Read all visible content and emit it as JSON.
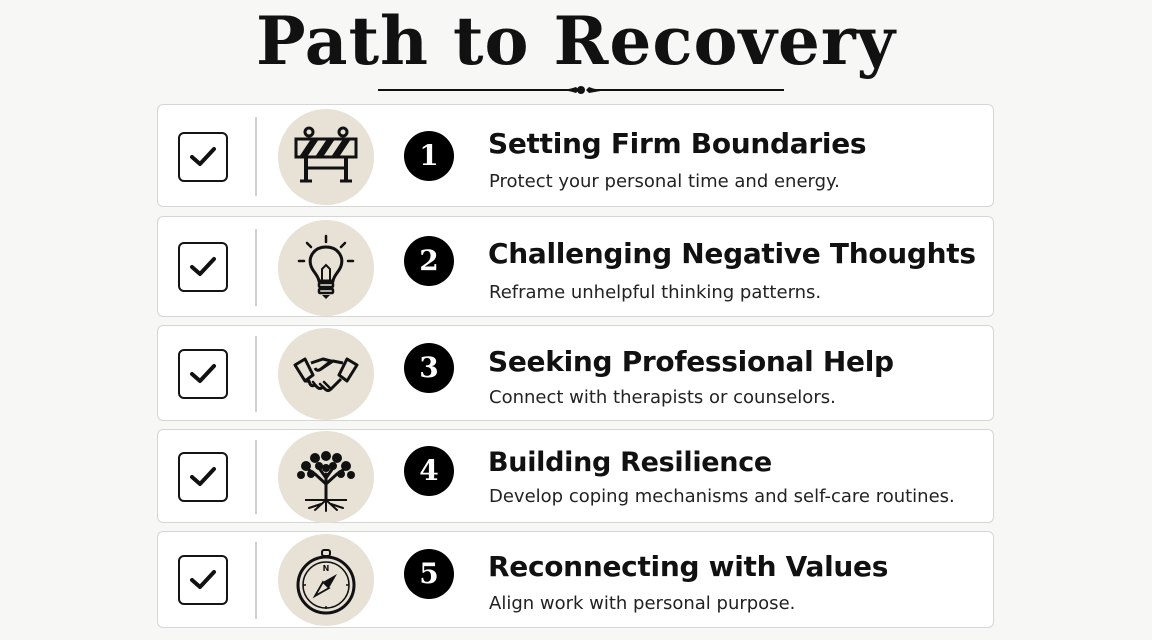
{
  "title": "Path to Recovery",
  "steps": [
    {
      "number": "1",
      "title": "Setting Firm Boundaries",
      "description": "Protect your personal time and energy.",
      "icon": "barrier-icon",
      "checked": true
    },
    {
      "number": "2",
      "title": "Challenging Negative Thoughts",
      "description": "Reframe unhelpful thinking patterns.",
      "icon": "lightbulb-icon",
      "checked": true
    },
    {
      "number": "3",
      "title": "Seeking Professional Help",
      "description": "Connect with therapists or counselors.",
      "icon": "handshake-icon",
      "checked": true
    },
    {
      "number": "4",
      "title": "Building Resilience",
      "description": "Develop coping mechanisms and self-care routines.",
      "icon": "tree-icon",
      "checked": true
    },
    {
      "number": "5",
      "title": "Reconnecting with Values",
      "description": "Align work with personal purpose.",
      "icon": "compass-icon",
      "checked": true
    }
  ],
  "compass_label": "N",
  "colors": {
    "background": "#f7f7f6",
    "card": "#ffffff",
    "icon_circle": "#e7e1d6",
    "text": "#111111"
  }
}
